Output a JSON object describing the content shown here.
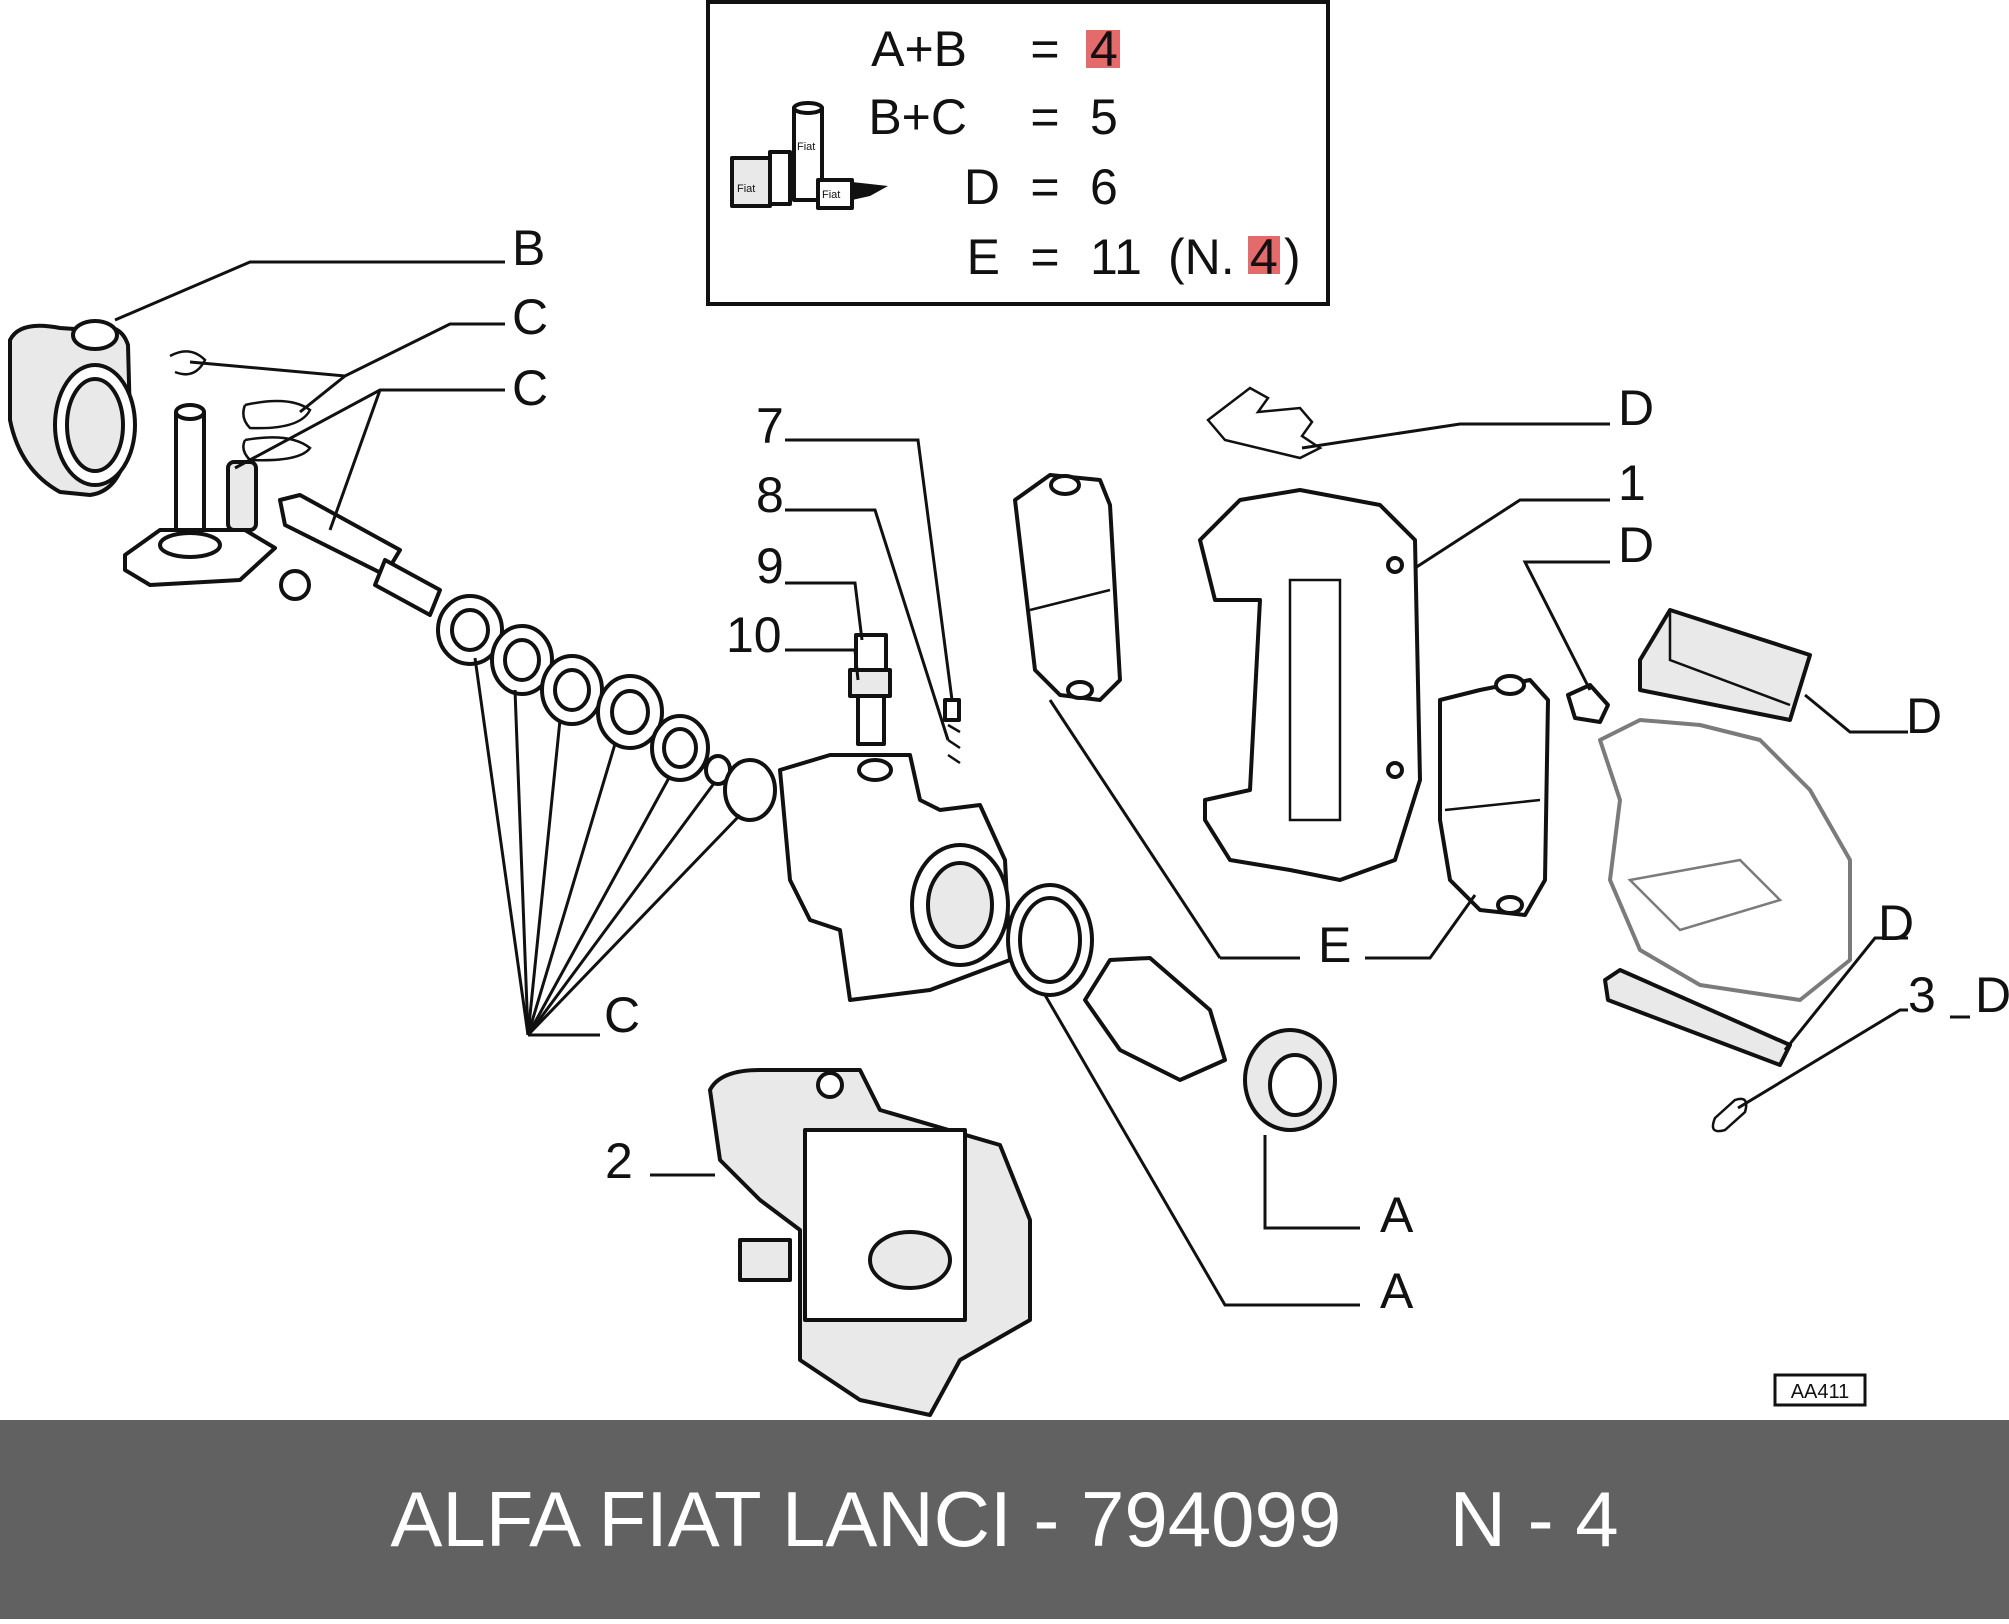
{
  "kit_table": {
    "rows": [
      {
        "key": "A+B",
        "eq": "=",
        "value": "4",
        "highlight": true,
        "suffix_open": "",
        "suffix_hl": "",
        "suffix_close": ""
      },
      {
        "key": "B+C",
        "eq": "=",
        "value": "5",
        "highlight": false,
        "suffix_open": "",
        "suffix_hl": "",
        "suffix_close": ""
      },
      {
        "key": "D",
        "eq": "=",
        "value": "6",
        "highlight": false,
        "suffix_open": "",
        "suffix_hl": "",
        "suffix_close": ""
      },
      {
        "key": "E",
        "eq": "=",
        "value": "11",
        "highlight": false,
        "suffix_open": "(N.",
        "suffix_hl": "4",
        "suffix_close": ")"
      }
    ],
    "highlight_color": "#e36b6b",
    "icon_labels": [
      "Fiat",
      "Fiat",
      "Fiat"
    ]
  },
  "callouts": {
    "B": "B",
    "C1": "C",
    "C2": "C",
    "C3": "C",
    "n7": "7",
    "n8": "8",
    "n9": "9",
    "n10": "10",
    "D1": "D",
    "n1": "1",
    "D2": "D",
    "D3": "D",
    "D4": "D",
    "n3": "3",
    "D5": "D",
    "E": "E",
    "n2": "2",
    "A1": "A",
    "A2": "A"
  },
  "figure_code": "AA411",
  "footer": {
    "text": "ALFA FIAT LANCI - 794099     N - 4",
    "bg_color": "#616161"
  }
}
